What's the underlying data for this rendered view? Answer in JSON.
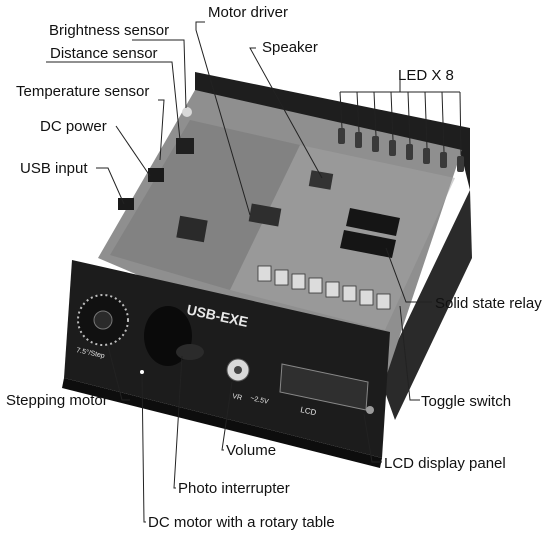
{
  "labels": {
    "brightness_sensor": "Brightness sensor",
    "motor_driver": "Motor driver",
    "distance_sensor": "Distance sensor",
    "speaker": "Speaker",
    "led_x8": "LED X 8",
    "temperature_sensor": "Temperature sensor",
    "dc_power": "DC power",
    "usb_input": "USB input",
    "solid_state_relay": "Solid state relay",
    "stepping_motor": "Stepping motor",
    "toggle_switch": "Toggle switch",
    "volume": "Volume",
    "lcd_display_panel": "LCD display panel",
    "photo_interrupter": "Photo interrupter",
    "dc_motor_rotary_table": "DC motor with a rotary table"
  },
  "panel": {
    "brand": "USB-EXE",
    "lcd_label": "LCD",
    "step_label": "7.5°/Step",
    "vr_label": "VR",
    "voltage_label": "~2.5V"
  },
  "colors": {
    "case_dark": "#1c1c1c",
    "board": "#8c8c8c",
    "line": "#222222"
  }
}
